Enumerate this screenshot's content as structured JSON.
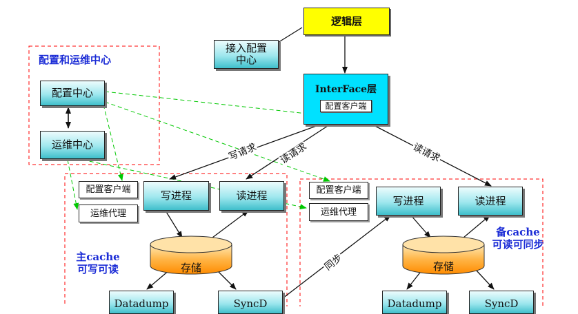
{
  "nodes": {
    "logic_layer": "逻辑层",
    "access_config": "接入配置\n中心",
    "interface_layer": "InterFace层",
    "interface_config_client": "配置客户端",
    "config_center": "配置中心",
    "ops_center": "运维中心",
    "left_config_client": "配置客户端",
    "left_ops_agent": "运维代理",
    "left_write_process": "写进程",
    "left_read_process": "读进程",
    "left_storage": "存储",
    "left_datadump": "Datadump",
    "left_syncd": "SyncD",
    "right_config_client": "配置客户端",
    "right_ops_agent": "运维代理",
    "right_write_process": "写进程",
    "right_read_process": "读进程",
    "right_storage": "存储",
    "right_datadump": "Datadump",
    "right_syncd": "SyncD"
  },
  "groups": {
    "config_ops_center": "配置和运维中心",
    "main_cache_line1": "主cache",
    "main_cache_line2": "可写可读",
    "backup_cache_line1": "备cache",
    "backup_cache_line2": "可读可同步"
  },
  "edge_labels": {
    "write_request": "写请求",
    "read_request_left": "读请求",
    "read_request_right": "读请求",
    "sync": "同步"
  },
  "colors": {
    "dashed_border": "#ff0000",
    "dashed_arrow": "#00c800",
    "group_text": "#1a2bd6",
    "interface_fill": "#00e1ff",
    "logic_fill": "#ffff00",
    "storage_fill": "#ffa500"
  }
}
